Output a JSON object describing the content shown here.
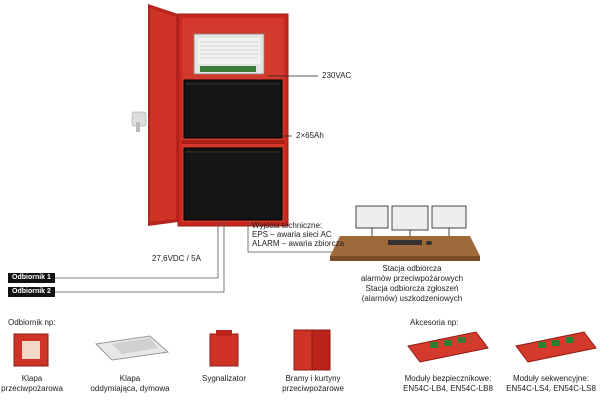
{
  "cabinet": {
    "label_ac": "230VAC",
    "label_batteries": "2×65Ah",
    "label_supply": "27,6VDC / 5A"
  },
  "outputs": {
    "title": "Wyjścia techniczne:",
    "line1": "EPS – awaria sieci AC",
    "line2": "ALARM – awaria zbiorcza"
  },
  "station": {
    "line1": "Stacja odbiorcza",
    "line2": "alarmów przeciwpożarowych",
    "line3": "Stacja odbiorcza zgłoszeń",
    "line4": "(alarmów) uszkodzeniowych"
  },
  "receivers": {
    "r1": "Odbiornik 1",
    "r2": "Odbiornik 2"
  },
  "examples": {
    "heading": "Odbiornik np:",
    "items": [
      {
        "line1": "Klapa",
        "line2": "przeciwpożarowa"
      },
      {
        "line1": "Klapa",
        "line2": "oddymiająca, dymowa"
      },
      {
        "line1": "Sygnalizator",
        "line2": ""
      },
      {
        "line1": "Bramy i kurtyny",
        "line2": "przeciwpożarowe"
      }
    ]
  },
  "accessories": {
    "heading": "Akcesoria np:",
    "items": [
      {
        "line1": "Moduły bezpiecznikowe:",
        "line2": "EN54C-LB4, EN54C-LB8"
      },
      {
        "line1": "Moduły sekwencyjne:",
        "line2": "EN54C-LS4, EN54C-LS8"
      }
    ]
  },
  "colors": {
    "cabinet_red": "#c8281e",
    "battery": "#151515",
    "desk": "#a0693a"
  }
}
